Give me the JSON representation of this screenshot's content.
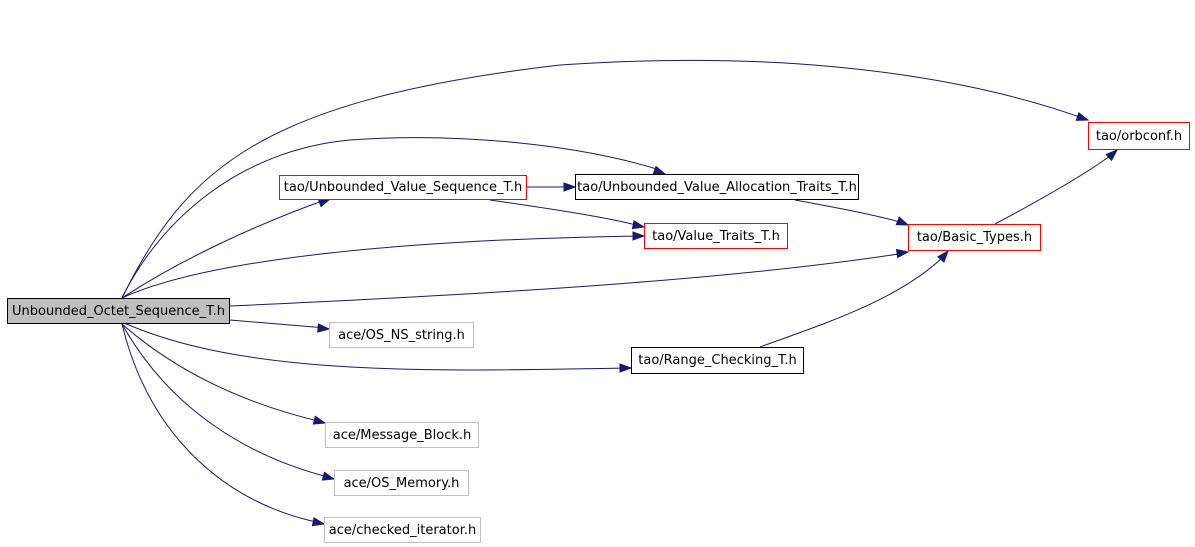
{
  "colors": {
    "edge": "#191970",
    "root_fill": "#bfbfbf",
    "border_black": "#000000",
    "border_red": "#ff0000",
    "border_gray": "#bfbfbf"
  },
  "nodes": {
    "root": "Unbounded_Octet_Sequence_T.h",
    "orbconf": "tao/orbconf.h",
    "unbounded_value_sequence": "tao/Unbounded_Value_Sequence_T.h",
    "unbounded_value_allocation_traits": "tao/Unbounded_Value_Allocation_Traits_T.h",
    "value_traits": "tao/Value_Traits_T.h",
    "basic_types": "tao/Basic_Types.h",
    "os_ns_string": "ace/OS_NS_string.h",
    "range_checking": "tao/Range_Checking_T.h",
    "message_block": "ace/Message_Block.h",
    "os_memory": "ace/OS_Memory.h",
    "checked_iterator": "ace/checked_iterator.h"
  },
  "edges": [
    [
      "root",
      "orbconf"
    ],
    [
      "root",
      "unbounded_value_allocation_traits"
    ],
    [
      "root",
      "unbounded_value_sequence"
    ],
    [
      "root",
      "value_traits"
    ],
    [
      "root",
      "basic_types"
    ],
    [
      "root",
      "os_ns_string"
    ],
    [
      "root",
      "range_checking"
    ],
    [
      "root",
      "message_block"
    ],
    [
      "root",
      "os_memory"
    ],
    [
      "root",
      "checked_iterator"
    ],
    [
      "unbounded_value_sequence",
      "unbounded_value_allocation_traits"
    ],
    [
      "unbounded_value_sequence",
      "value_traits"
    ],
    [
      "unbounded_value_allocation_traits",
      "basic_types"
    ],
    [
      "basic_types",
      "orbconf"
    ],
    [
      "range_checking",
      "basic_types"
    ]
  ]
}
